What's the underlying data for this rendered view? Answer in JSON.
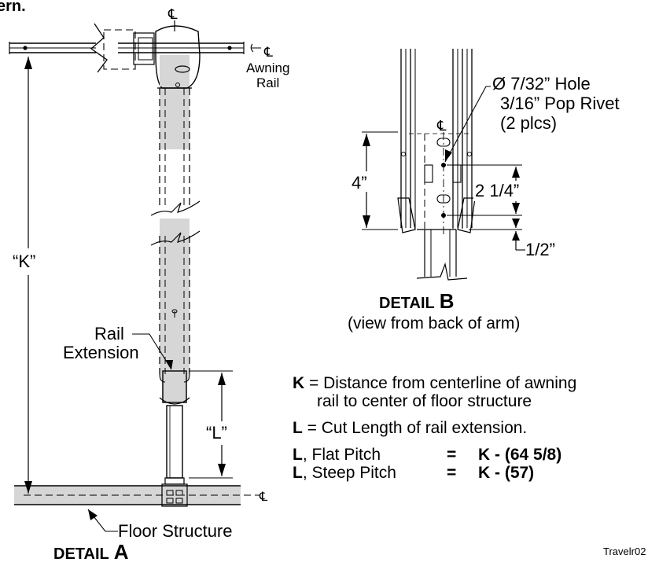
{
  "header_fragment": "ern.",
  "detail_a": {
    "title_word": "DETAIL",
    "title_letter": "A",
    "centerline_symbol": "℄",
    "awning_rail_label_line1": "Awning",
    "awning_rail_label_line2": "Rail",
    "k_label": "“K”",
    "l_label": "“L”",
    "rail_extension_line1": "Rail",
    "rail_extension_line2": "Extension",
    "floor_structure_label": "Floor Structure"
  },
  "detail_b": {
    "title_word": "DETAIL",
    "title_letter": "B",
    "subtitle": "(view from back of arm)",
    "centerline_symbol": "℄",
    "hole_line1": "Ø 7/32” Hole",
    "hole_line2": "3/16” Pop Rivet",
    "hole_line3": "(2 plcs)",
    "dim_4": "4”",
    "dim_2_1_4": "2 1/4”",
    "dim_1_2": "1/2”"
  },
  "legend": {
    "k_symbol": "K",
    "k_text_line1": " = Distance from centerline of awning",
    "k_text_line2": "rail to center of floor structure",
    "l_symbol": "L",
    "l_text": " = Cut Length of rail extension.",
    "eq1_symbol": "L",
    "eq1_name": ", Flat Pitch",
    "eq1_equals": "=",
    "eq1_value": "K - (64 5/8)",
    "eq2_symbol": "L",
    "eq2_name": ", Steep Pitch",
    "eq2_equals": "=",
    "eq2_value": "K - (57)"
  },
  "figure_code": "Travelr02"
}
